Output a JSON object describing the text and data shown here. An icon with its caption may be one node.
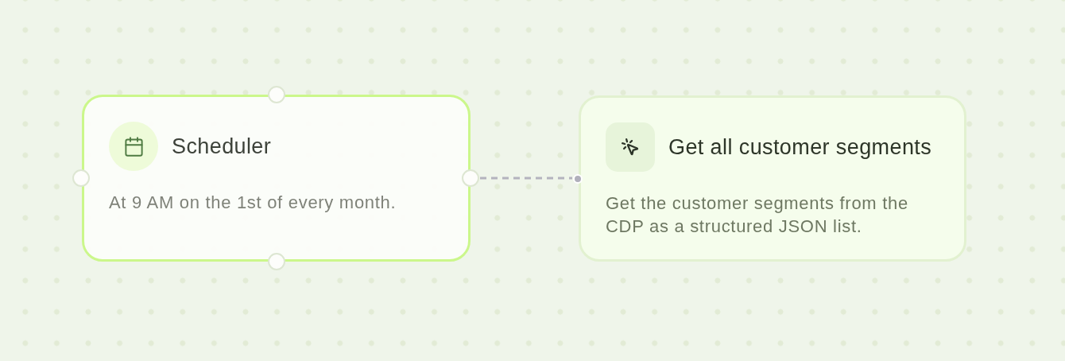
{
  "diagram": {
    "nodes": [
      {
        "text": [
          "Scheduler",
          "At 9 AM on the 1st of every month."
        ]
      },
      {
        "text": [
          "Get all customer segments",
          "Get the customer segments from the CDP as a structured JSON list."
        ]
      }
    ],
    "edges": [
      {
        "from": 0,
        "to": 1,
        "arrow": "none",
        "style": "dashed"
      }
    ]
  }
}
